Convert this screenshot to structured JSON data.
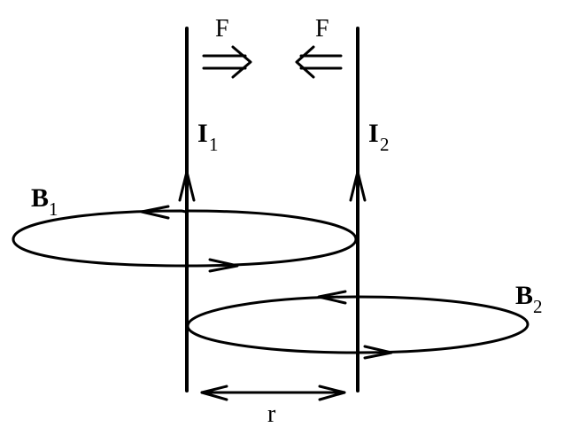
{
  "labels": {
    "force_left": "F",
    "force_right": "F",
    "current_1": {
      "main": "I",
      "sub": "1"
    },
    "current_2": {
      "main": "I",
      "sub": "2"
    },
    "field_1": {
      "main": "B",
      "sub": "1"
    },
    "field_2": {
      "main": "B",
      "sub": "2"
    },
    "distance": "r"
  }
}
